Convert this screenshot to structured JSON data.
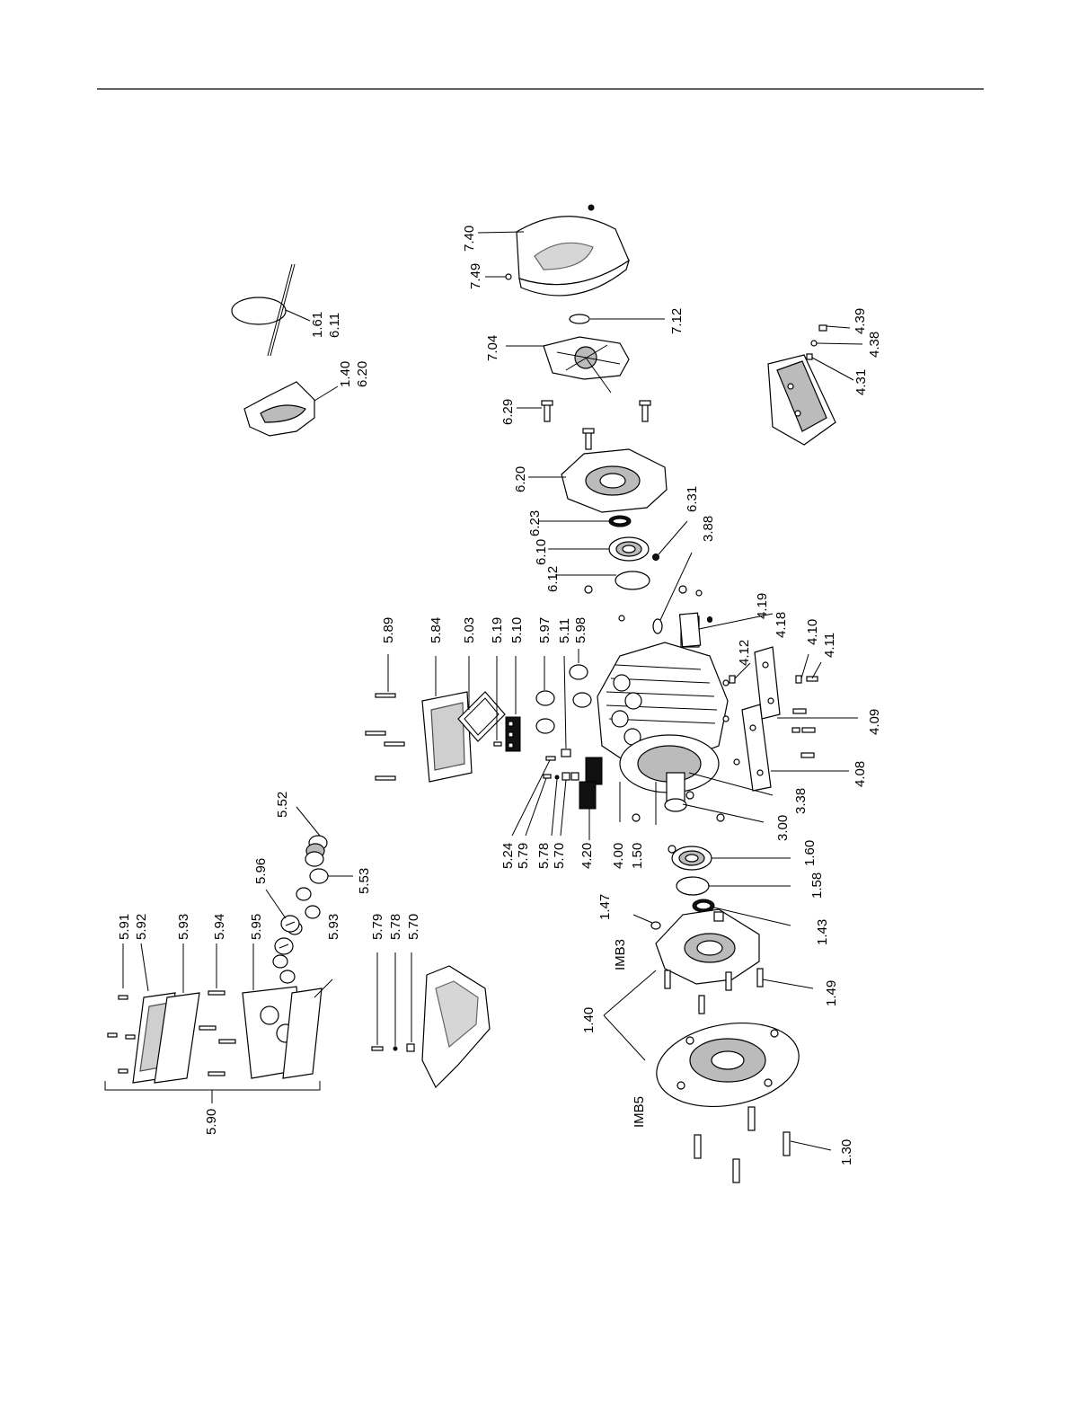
{
  "labels": {
    "l740": "7.40",
    "l749": "7.49",
    "l712": "7.12",
    "l704": "7.04",
    "l629": "6.29",
    "l620": "6.20",
    "l631": "6.31",
    "l623": "6.23",
    "l610": "6.10",
    "l612": "6.12",
    "l388": "3.88",
    "l161": "1.61",
    "l611": "6.11",
    "l140a": "1.40",
    "l620b": "6.20",
    "l439": "4.39",
    "l438": "4.38",
    "l431": "4.31",
    "l419": "4.19",
    "l418": "4.18",
    "l412": "4.12",
    "l410": "4.10",
    "l411": "4.11",
    "l409": "4.09",
    "l408": "4.08",
    "l589": "5.89",
    "l584": "5.84",
    "l503": "5.03",
    "l519": "5.19",
    "l510": "5.10",
    "l597": "5.97",
    "l511": "5.11",
    "l598": "5.98",
    "l524": "5.24",
    "l579": "5.79",
    "l578": "5.78",
    "l570": "5.70",
    "l420": "4.20",
    "l400": "4.00",
    "l150": "1.50",
    "l300": "3.00",
    "l338": "3.38",
    "l552": "5.52",
    "l553": "5.53",
    "l596": "5.96",
    "l591": "5.91",
    "l592": "5.92",
    "l593": "5.93",
    "l594": "5.94",
    "l595": "5.95",
    "l593b": "5.93",
    "l579b": "5.79",
    "l578b": "5.78",
    "l570b": "5.70",
    "l590": "5.90",
    "l160": "1.60",
    "l158": "1.58",
    "l147": "1.47",
    "l143": "1.43",
    "l149": "1.49",
    "l140": "1.40",
    "limb3": "IMB3",
    "limb5": "IMB5",
    "l130": "1.30"
  }
}
